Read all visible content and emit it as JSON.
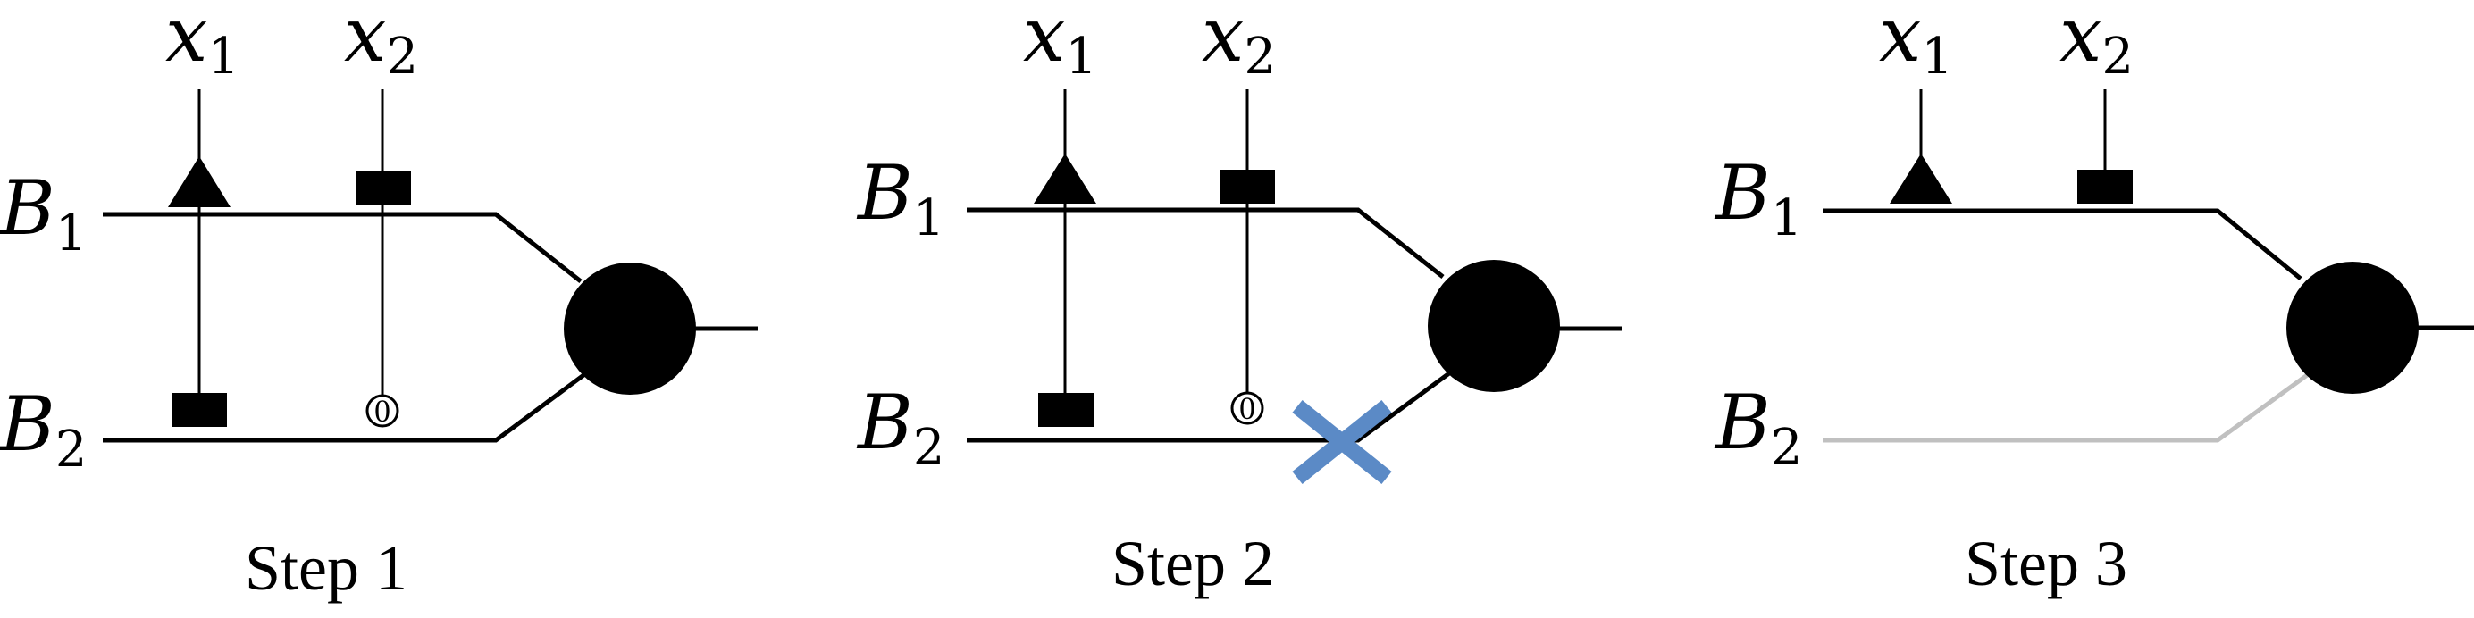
{
  "variables": {
    "x1": "x",
    "x1_sub": "1",
    "x2": "x",
    "x2_sub": "2",
    "b1": "B",
    "b1_sub": "1",
    "b2": "B",
    "b2_sub": "2"
  },
  "zero_label": "0",
  "steps": [
    {
      "label": "Step 1"
    },
    {
      "label": "Step 2"
    },
    {
      "label": "Step 3"
    }
  ],
  "colors": {
    "wire": "#000000",
    "removed_wire": "#c0c0c0",
    "cross_mark": "#5b8ac6"
  }
}
